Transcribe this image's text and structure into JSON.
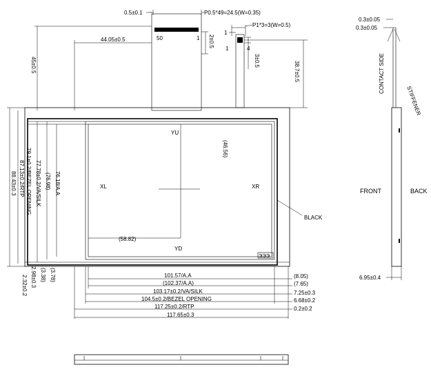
{
  "fpc": {
    "top_width": "0.5±0.1",
    "pitch": "P0.5*49=24.5(W=0.35)",
    "pin_first": "50",
    "pin_last": "1",
    "tail_thickness": "2±0.5",
    "tail_offset": "44.05±0.5",
    "tail_length": "45±0.5"
  },
  "connector2": {
    "pitch": "P1*3=3(W=0.5)",
    "pin_a": "1",
    "pin_b": "1",
    "pin_c": "4",
    "height": "3±0.5",
    "length": "38.7±0.5"
  },
  "panel": {
    "label_top": "YU",
    "label_bottom": "YD",
    "label_left": "XL",
    "label_right": "XR",
    "center_x": "(58.82)",
    "center_y": "(46.56)",
    "bezel_color": "BLACK"
  },
  "left_dims": [
    "88.43±0.3",
    "87.13±0.2/RTP",
    "79.1±0.2/BEZEL OPENING",
    "77.78±0.2/VA/SILK",
    "(76.98)",
    "76.18/A.A"
  ],
  "left_bottom_dims": [
    "2.32±0.2",
    "2.98±0.3",
    "(3.38)",
    "(3.78)"
  ],
  "bottom_dims": [
    "101.57/A.A",
    "(102.37/A.A)",
    "103.17±0.2/VA/SILK",
    "104.5±0.2/BEZEL OPENING",
    "117.25±0.2/RTP",
    "117.65±0.3"
  ],
  "right_dims": [
    "(8.05)",
    "(7.65)",
    "7.25±0.3",
    "6.68±0.2",
    "0.2±0.2"
  ],
  "side_view": {
    "thick_a": "0.3±0.05",
    "thick_b": "0.3±0.05",
    "contact_side": "CONTACT SIDE",
    "stiffener": "STIFFENER",
    "front": "FRONT",
    "back": "BACK",
    "width": "6.95±0.4"
  }
}
